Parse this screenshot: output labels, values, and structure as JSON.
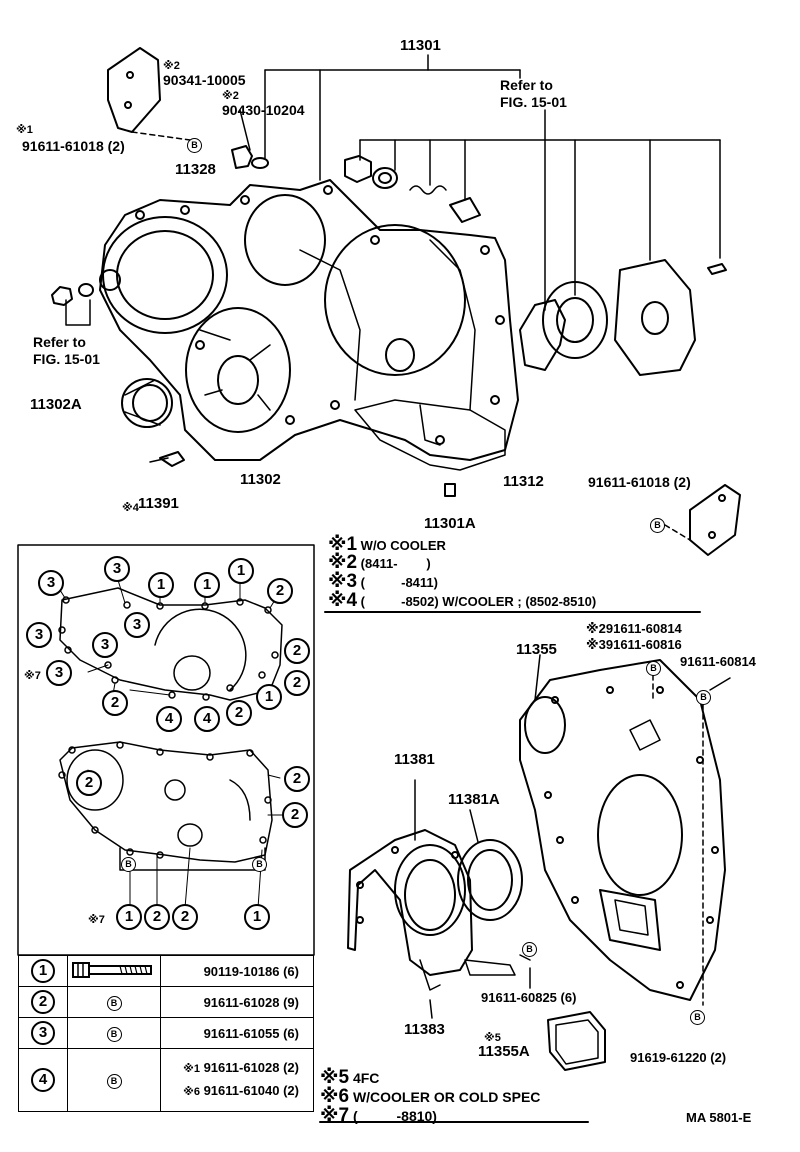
{
  "labels": {
    "main_assembly": "11301",
    "refer_top": "Refer to",
    "refer_top_fig": "FIG. 15-01",
    "bracket_bolt_note": "※2",
    "bracket_bolt": "90341-10005",
    "plug_note": "※2",
    "plug": "90430-10204",
    "bolt_tl_note": "※1",
    "bolt_tl": "91611-61018 (2)",
    "cover_upper": "11328",
    "refer_left": "Refer to",
    "refer_left_fig": "FIG. 15-01",
    "seal": "11302A",
    "cover_lower": "11302",
    "plate": "11312",
    "pin_note": "※4",
    "pin": "11391",
    "dowel": "11301A",
    "bolt_br": "91611-61018 (2)",
    "ep_bolt_a": "※291611-60814",
    "ep_bolt_b": "※391611-60816",
    "ep_bolt_c": "91611-60814",
    "end_plate": "11355",
    "retainer": "11381",
    "retainer_seal": "11381A",
    "retainer_bolt": "91611-60825 (6)",
    "retainer_gasket": "11383",
    "cover_note": "※5",
    "cover_small": "11355A",
    "bolt_bottom": "91619-61220 (2)",
    "code": "MA 5801-E"
  },
  "notes_top": [
    {
      "mark": "※1",
      "text": "W/O COOLER"
    },
    {
      "mark": "※2",
      "text": "(8411-        )"
    },
    {
      "mark": "※3",
      "text": "(          -8411)"
    },
    {
      "mark": "※4",
      "text": "(          -8502) W/COOLER ; (8502-8510)"
    }
  ],
  "notes_bottom": [
    {
      "mark": "※5",
      "text": "4FC"
    },
    {
      "mark": "※6",
      "text": "W/COOLER OR COLD SPEC"
    },
    {
      "mark": "※7",
      "text": "(          -8810)"
    }
  ],
  "gasket_marks": {
    "one": "1",
    "two": "2",
    "three": "3",
    "four": "4",
    "b": "B",
    "note7": "※7"
  },
  "table": {
    "r1_sym": "1",
    "r1_part": "90119-10186 (6)",
    "r2_sym": "2",
    "r2_b": "B",
    "r2_part": "91611-61028 (9)",
    "r3_sym": "3",
    "r3_b": "B",
    "r3_part": "91611-61055 (6)",
    "r4_sym": "4",
    "r4_b": "B",
    "r4a_note": "※1",
    "r4a_part": "91611-61028 (2)",
    "r4b_note": "※6",
    "r4b_part": "91611-61040 (2)"
  }
}
